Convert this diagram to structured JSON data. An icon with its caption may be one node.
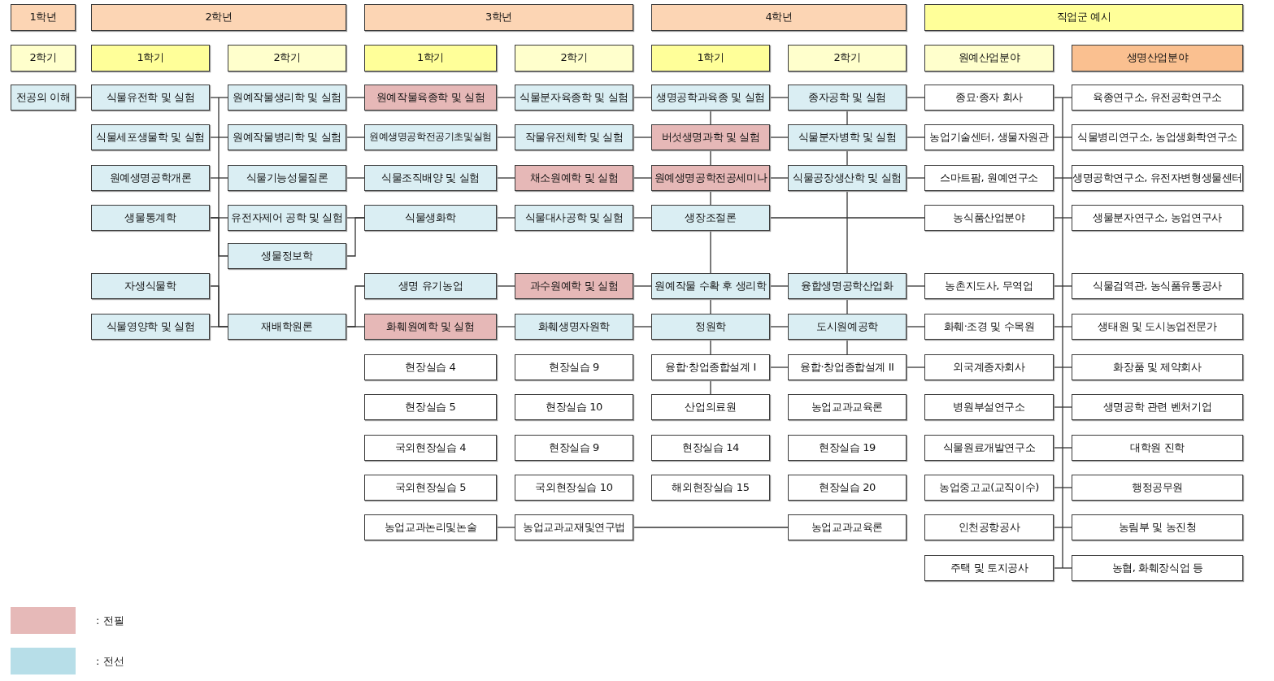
{
  "diagram": {
    "nodes": [
      {
        "text": [
          "1학년"
        ]
      },
      {
        "text": [
          "2학년"
        ]
      },
      {
        "text": [
          "3학년"
        ]
      },
      {
        "text": [
          "4학년"
        ]
      },
      {
        "text": [
          "직업군 예시"
        ]
      },
      {
        "text": [
          "2학기"
        ]
      },
      {
        "text": [
          "1학기"
        ]
      },
      {
        "text": [
          "2학기"
        ]
      },
      {
        "text": [
          "1학기"
        ]
      },
      {
        "text": [
          "2학기"
        ]
      },
      {
        "text": [
          "1학기"
        ]
      },
      {
        "text": [
          "2학기"
        ]
      },
      {
        "text": [
          "원예산업분야"
        ]
      },
      {
        "text": [
          "생명산업분야"
        ]
      },
      {
        "text": [
          "전공의 이해"
        ]
      },
      {
        "text": [
          "식물유전학 및 실험"
        ]
      },
      {
        "text": [
          "원예작물생리학 및 실험"
        ]
      },
      {
        "text": [
          "원예작물육종학 및 실험"
        ]
      },
      {
        "text": [
          "식물분자육종학 및 실험"
        ]
      },
      {
        "text": [
          "생명공학과육종 및 실험"
        ]
      },
      {
        "text": [
          "종자공학 및 실험"
        ]
      },
      {
        "text": [
          "종묘·종자 회사"
        ]
      },
      {
        "text": [
          "육종연구소, 유전공학연구소"
        ]
      },
      {
        "text": [
          "식물세포생물학 및 실험"
        ]
      },
      {
        "text": [
          "원예작물병리학 및 실험"
        ]
      },
      {
        "text": [
          "원예생명공학전공기초및실험"
        ]
      },
      {
        "text": [
          "작물유전체학 및 실험"
        ]
      },
      {
        "text": [
          "버섯생명과학 및 실험"
        ]
      },
      {
        "text": [
          "식물분자병학 및 실험"
        ]
      },
      {
        "text": [
          "농업기술센터, 생물자원관"
        ]
      },
      {
        "text": [
          "식물병리연구소, 농업생화학연구소"
        ]
      },
      {
        "text": [
          "원예생명공학개론"
        ]
      },
      {
        "text": [
          "식물기능성물질론"
        ]
      },
      {
        "text": [
          "식물조직배양 및 실험"
        ]
      },
      {
        "text": [
          "채소원예학 및 실험"
        ]
      },
      {
        "text": [
          "원예생명공학전공세미나"
        ]
      },
      {
        "text": [
          "식물공장생산학 및 실험"
        ]
      },
      {
        "text": [
          "스마트팜, 원예연구소"
        ]
      },
      {
        "text": [
          "생명공학연구소, 유전자변형생물센터"
        ]
      },
      {
        "text": [
          "생물통계학"
        ]
      },
      {
        "text": [
          "유전자제어 공학 및 실험"
        ]
      },
      {
        "text": [
          "식물생화학"
        ]
      },
      {
        "text": [
          "식물대사공학 및 실험"
        ]
      },
      {
        "text": [
          "생장조절론"
        ]
      },
      {
        "text": [
          "농식품산업분야"
        ]
      },
      {
        "text": [
          "생물분자연구소, 농업연구사"
        ]
      },
      {
        "text": [
          "생물정보학"
        ]
      },
      {
        "text": [
          "자생식물학"
        ]
      },
      {
        "text": [
          "생명 유기농업"
        ]
      },
      {
        "text": [
          "과수원예학 및 실험"
        ]
      },
      {
        "text": [
          "원예작물 수확 후 생리학"
        ]
      },
      {
        "text": [
          "융합생명공학산업화"
        ]
      },
      {
        "text": [
          "농촌지도사, 무역업"
        ]
      },
      {
        "text": [
          "식물검역관, 농식품유통공사"
        ]
      },
      {
        "text": [
          "식물영양학 및 실험"
        ]
      },
      {
        "text": [
          "재배학원론"
        ]
      },
      {
        "text": [
          "화훼원예학 및 실험"
        ]
      },
      {
        "text": [
          "화훼생명자원학"
        ]
      },
      {
        "text": [
          "정원학"
        ]
      },
      {
        "text": [
          "도시원예공학"
        ]
      },
      {
        "text": [
          "화훼·조경 및 수목원"
        ]
      },
      {
        "text": [
          "생태원 및 도시농업전문가"
        ]
      },
      {
        "text": [
          "현장실습 4"
        ]
      },
      {
        "text": [
          "현장실습 9"
        ]
      },
      {
        "text": [
          "융합·창업종합설계 I"
        ]
      },
      {
        "text": [
          "융합·창업종합설계 II"
        ]
      },
      {
        "text": [
          "외국계종자회사"
        ]
      },
      {
        "text": [
          "화장품 및 제약회사"
        ]
      },
      {
        "text": [
          "현장실습 5"
        ]
      },
      {
        "text": [
          "현장실습 10"
        ]
      },
      {
        "text": [
          "산업의료원"
        ]
      },
      {
        "text": [
          "농업교과교육론"
        ]
      },
      {
        "text": [
          "병원부설연구소"
        ]
      },
      {
        "text": [
          "생명공학 관련 벤처기업"
        ]
      },
      {
        "text": [
          "국외현장실습 4"
        ]
      },
      {
        "text": [
          "현장실습 9"
        ]
      },
      {
        "text": [
          "현장실습 14"
        ]
      },
      {
        "text": [
          "현장실습 19"
        ]
      },
      {
        "text": [
          "식물원료개발연구소"
        ]
      },
      {
        "text": [
          "대학원 진학"
        ]
      },
      {
        "text": [
          "국외현장실습 5"
        ]
      },
      {
        "text": [
          "국외현장실습 10"
        ]
      },
      {
        "text": [
          "해외현장실습 15"
        ]
      },
      {
        "text": [
          "현장실습 20"
        ]
      },
      {
        "text": [
          "농업중고교(교직이수)"
        ]
      },
      {
        "text": [
          "행정공무원"
        ]
      },
      {
        "text": [
          "농업교과논리및논술"
        ]
      },
      {
        "text": [
          "농업교과교재및연구법"
        ]
      },
      {
        "text": [
          "농업교과교육론"
        ]
      },
      {
        "text": [
          "인천공항공사"
        ]
      },
      {
        "text": [
          "농림부 및 농진청"
        ]
      },
      {
        "text": [
          "주택 및 토지공사"
        ]
      },
      {
        "text": [
          "농협, 화훼장식업 등"
        ]
      }
    ],
    "edges": [
      {
        "from": 14,
        "to": 15,
        "arrow": "none"
      },
      {
        "from": 15,
        "to": 16,
        "arrow": "none"
      },
      {
        "from": 23,
        "to": 24,
        "arrow": "none"
      },
      {
        "from": 31,
        "to": 32,
        "arrow": "none"
      },
      {
        "from": 39,
        "to": 40,
        "arrow": "none"
      },
      {
        "from": 39,
        "to": 46,
        "arrow": "none"
      },
      {
        "from": 47,
        "to": 55,
        "arrow": "none"
      },
      {
        "from": 54,
        "to": 55,
        "arrow": "none"
      },
      {
        "from": 16,
        "to": 17,
        "arrow": "none"
      },
      {
        "from": 24,
        "to": 25,
        "arrow": "none"
      },
      {
        "from": 32,
        "to": 33,
        "arrow": "none"
      },
      {
        "from": 40,
        "to": 41,
        "arrow": "none"
      },
      {
        "from": 46,
        "to": 41,
        "arrow": "none"
      },
      {
        "from": 55,
        "to": 48,
        "arrow": "none"
      },
      {
        "from": 55,
        "to": 56,
        "arrow": "none"
      },
      {
        "from": 17,
        "to": 18,
        "arrow": "none"
      },
      {
        "from": 25,
        "to": 26,
        "arrow": "none"
      },
      {
        "from": 33,
        "to": 34,
        "arrow": "none"
      },
      {
        "from": 41,
        "to": 42,
        "arrow": "none"
      },
      {
        "from": 48,
        "to": 49,
        "arrow": "none"
      },
      {
        "from": 56,
        "to": 57,
        "arrow": "none"
      },
      {
        "from": 86,
        "to": 87,
        "arrow": "none"
      },
      {
        "from": 18,
        "to": 19,
        "arrow": "none"
      },
      {
        "from": 26,
        "to": 27,
        "arrow": "none"
      },
      {
        "from": 34,
        "to": 35,
        "arrow": "none"
      },
      {
        "from": 42,
        "to": 43,
        "arrow": "none"
      },
      {
        "from": 49,
        "to": 50,
        "arrow": "none"
      },
      {
        "from": 57,
        "to": 58,
        "arrow": "none"
      },
      {
        "from": 19,
        "to": 27,
        "arrow": "none"
      },
      {
        "from": 27,
        "to": 35,
        "arrow": "none"
      },
      {
        "from": 35,
        "to": 43,
        "arrow": "none"
      },
      {
        "from": 43,
        "to": 50,
        "arrow": "none"
      },
      {
        "from": 50,
        "to": 58,
        "arrow": "none"
      },
      {
        "from": 58,
        "to": 64,
        "arrow": "none"
      },
      {
        "from": 64,
        "to": 70,
        "arrow": "none"
      },
      {
        "from": 19,
        "to": 20,
        "arrow": "none"
      },
      {
        "from": 27,
        "to": 28,
        "arrow": "none"
      },
      {
        "from": 35,
        "to": 36,
        "arrow": "none"
      },
      {
        "from": 50,
        "to": 51,
        "arrow": "none"
      },
      {
        "from": 58,
        "to": 59,
        "arrow": "none"
      },
      {
        "from": 64,
        "to": 65,
        "arrow": "none"
      },
      {
        "from": 43,
        "to": 44,
        "arrow": "none"
      },
      {
        "from": 20,
        "to": 28,
        "arrow": "none"
      },
      {
        "from": 28,
        "to": 36,
        "arrow": "none"
      },
      {
        "from": 36,
        "to": 51,
        "arrow": "none"
      },
      {
        "from": 51,
        "to": 59,
        "arrow": "none"
      },
      {
        "from": 59,
        "to": 65,
        "arrow": "none"
      },
      {
        "from": 20,
        "to": 21,
        "arrow": "none"
      },
      {
        "from": 28,
        "to": 29,
        "arrow": "none"
      },
      {
        "from": 36,
        "to": 37,
        "arrow": "none"
      },
      {
        "from": 51,
        "to": 52,
        "arrow": "none"
      },
      {
        "from": 59,
        "to": 60,
        "arrow": "none"
      },
      {
        "from": 65,
        "to": 66,
        "arrow": "none"
      },
      {
        "from": 87,
        "to": 88,
        "arrow": "none"
      },
      {
        "from": 21,
        "to": 22,
        "arrow": "none"
      },
      {
        "from": 29,
        "to": 30,
        "arrow": "none"
      },
      {
        "from": 37,
        "to": 38,
        "arrow": "none"
      },
      {
        "from": 44,
        "to": 45,
        "arrow": "none"
      },
      {
        "from": 52,
        "to": 53,
        "arrow": "none"
      },
      {
        "from": 60,
        "to": 61,
        "arrow": "none"
      },
      {
        "from": 66,
        "to": 67,
        "arrow": "none"
      },
      {
        "from": 72,
        "to": 73,
        "arrow": "none"
      },
      {
        "from": 78,
        "to": 79,
        "arrow": "none"
      },
      {
        "from": 84,
        "to": 85,
        "arrow": "none"
      },
      {
        "from": 89,
        "to": 90,
        "arrow": "none"
      },
      {
        "from": 91,
        "to": 92,
        "arrow": "none"
      }
    ],
    "legend": [
      {
        "text": ": 전필",
        "color": "#e6b9b8"
      },
      {
        "text": ": 전선",
        "color": "#b7dee8"
      }
    ]
  }
}
